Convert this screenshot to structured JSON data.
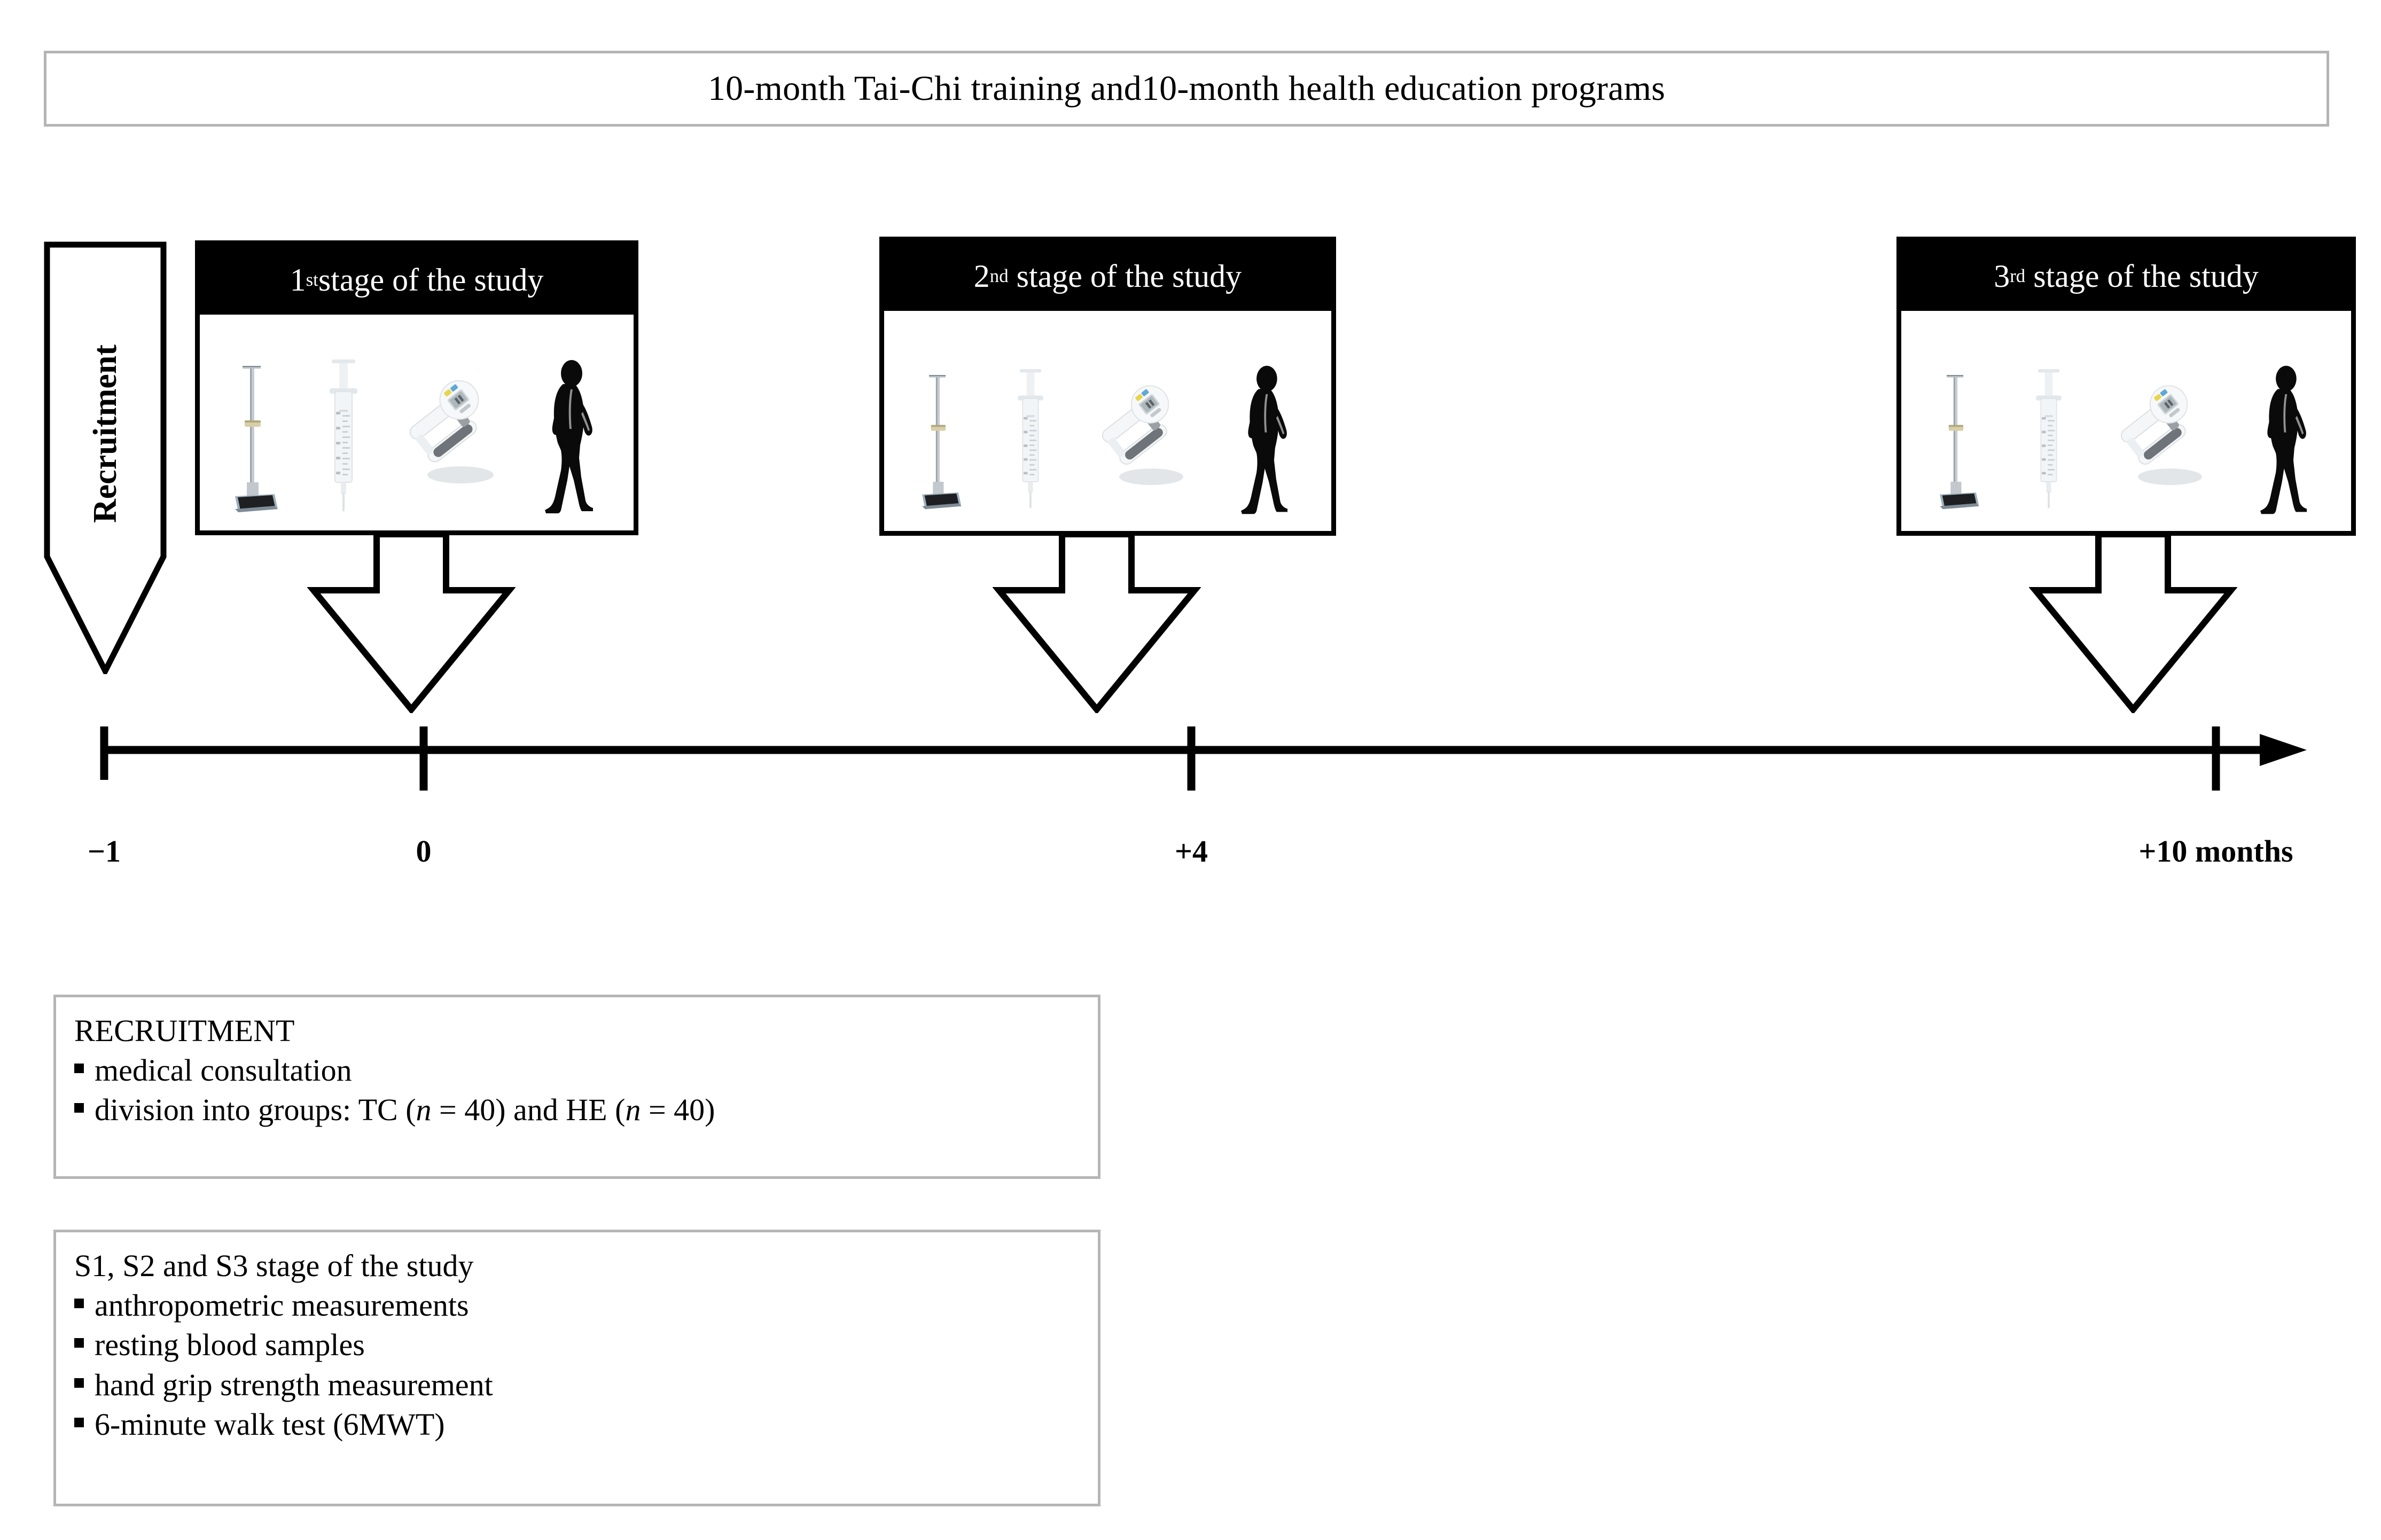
{
  "title": {
    "text": "10-month Tai-Chi training and10-month health education programs"
  },
  "recruitment_arrow": {
    "label": "Recruitment"
  },
  "stages": [
    {
      "ordinal": "1",
      "suffix": "st",
      "label_rest": " stage of the study",
      "full_label": "1st stage of the study",
      "icons": [
        "stadiometer-scale-icon",
        "syringe-icon",
        "hand-dynamometer-icon",
        "walking-person-icon"
      ]
    },
    {
      "ordinal": "2",
      "suffix": "nd",
      "label_rest": "stage of the study",
      "full_label": "2nd stage of the study",
      "icons": [
        "stadiometer-scale-icon",
        "syringe-icon",
        "hand-dynamometer-icon",
        "walking-person-icon"
      ]
    },
    {
      "ordinal": "3",
      "suffix": "rd",
      "label_rest": "stage of the study",
      "full_label": "3rd stage of the study",
      "icons": [
        "stadiometer-scale-icon",
        "syringe-icon",
        "hand-dynamometer-icon",
        "walking-person-icon"
      ]
    }
  ],
  "timeline": {
    "ticks": [
      {
        "label": "−1"
      },
      {
        "label": "0"
      },
      {
        "label": "+4"
      },
      {
        "label": "+10 months"
      }
    ]
  },
  "recruitment_box": {
    "heading": "RECRUITMENT",
    "items": [
      {
        "pre": "medical consultation",
        "ital": "",
        "post": ""
      },
      {
        "pre": "division into groups: TC (",
        "ital": "n",
        "mid": " = 40) and HE (",
        "ital2": "n",
        "post": " = 40)"
      }
    ],
    "item1_text": "medical consultation",
    "item2_a": "division into groups: TC (",
    "item2_n1": "n",
    "item2_b": " = 40) and HE (",
    "item2_n2": "n",
    "item2_c": " = 40)"
  },
  "stages_box": {
    "heading": "S1, S2 and S3 stage of the study",
    "items": [
      "anthropometric measurements",
      "resting blood samples",
      "hand grip strength measurement",
      "6-minute walk test (6MWT)"
    ]
  },
  "colors": {
    "stage_header_bg": "#000000",
    "stage_header_fg": "#ffffff",
    "box_border_light": "#b5b5b5",
    "box_border_dark": "#000000",
    "axis": "#000000"
  }
}
